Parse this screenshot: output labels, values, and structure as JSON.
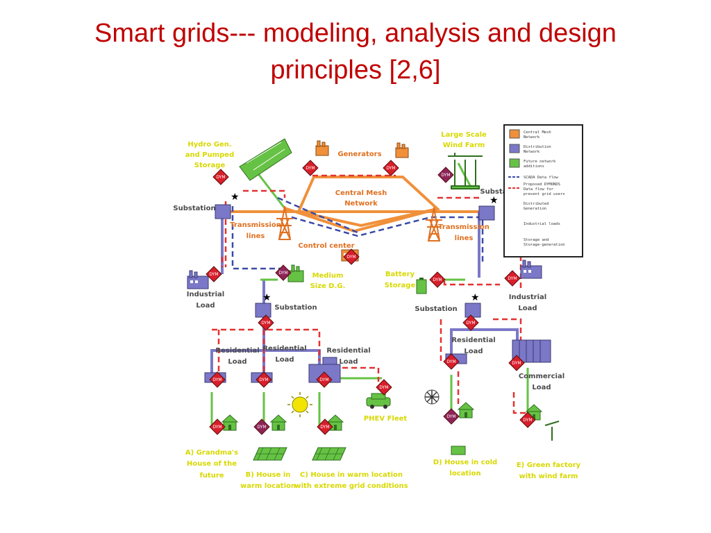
{
  "title": {
    "line1": "Smart grids--- modeling, analysis and design",
    "line2": "principles [2,6]"
  },
  "colors": {
    "title": "#c00000",
    "central_mesh": "#f0903a",
    "distribution": "#7b78c8",
    "future_network": "#66c244",
    "scada": "#3a4aa8",
    "proposed_flow": "#e53030",
    "dym_red": "#d81e2a",
    "dym_purple": "#8e2458"
  },
  "diagram": {
    "labels": {
      "hydro": [
        "Hydro Gen.",
        "and Pumped",
        "Storage"
      ],
      "generators": "Generators",
      "large_wind": [
        "Large Scale",
        "Wind Farm"
      ],
      "central_mesh": [
        "Central Mesh",
        "Network"
      ],
      "substation_left": "Substation",
      "substation_right": "Substation",
      "substation_mid": "Substation",
      "substation_right_low": "Substation",
      "transmission_left": [
        "Transmission",
        "lines"
      ],
      "transmission_right": [
        "Transmission",
        "lines"
      ],
      "control_center": "Control center",
      "medium_dg": [
        "Medium",
        "Size D.G."
      ],
      "battery": [
        "Battery",
        "Storage"
      ],
      "industrial_left": [
        "Industrial",
        "Load"
      ],
      "industrial_right": [
        "Industrial",
        "Load"
      ],
      "residential_1": [
        "Residential",
        "Load"
      ],
      "residential_2": [
        "Residential",
        "Load"
      ],
      "residential_3": [
        "Residential",
        "Load"
      ],
      "residential_4": [
        "Residential",
        "Load"
      ],
      "commercial": [
        "Commercial",
        "Load"
      ],
      "phev": "PHEV Fleet",
      "house_a": [
        "A) Grandma's",
        "House of the",
        "future"
      ],
      "house_b": [
        "B) House in",
        "warm location"
      ],
      "house_c": [
        "C) House in warm location",
        "with extreme grid conditions"
      ],
      "house_d": [
        "D) House in cold",
        "location"
      ],
      "house_e": [
        "E) Green factory",
        "with wind farm"
      ]
    },
    "dym_label": "DYM",
    "legend": {
      "central_mesh": [
        "Central Mesh",
        "Network"
      ],
      "distribution": [
        "Distribution",
        "Network"
      ],
      "future": [
        "Future network",
        "additions"
      ],
      "scada": "SCADA Data flow",
      "proposed": [
        "Proposed DYMONDS",
        "Data flow for",
        "present grid users"
      ],
      "distributed_gen": [
        "Distributed",
        "Generation"
      ],
      "industrial_loads": "Industrial loads",
      "storage": [
        "Storage and",
        "Storage-generation"
      ]
    }
  }
}
